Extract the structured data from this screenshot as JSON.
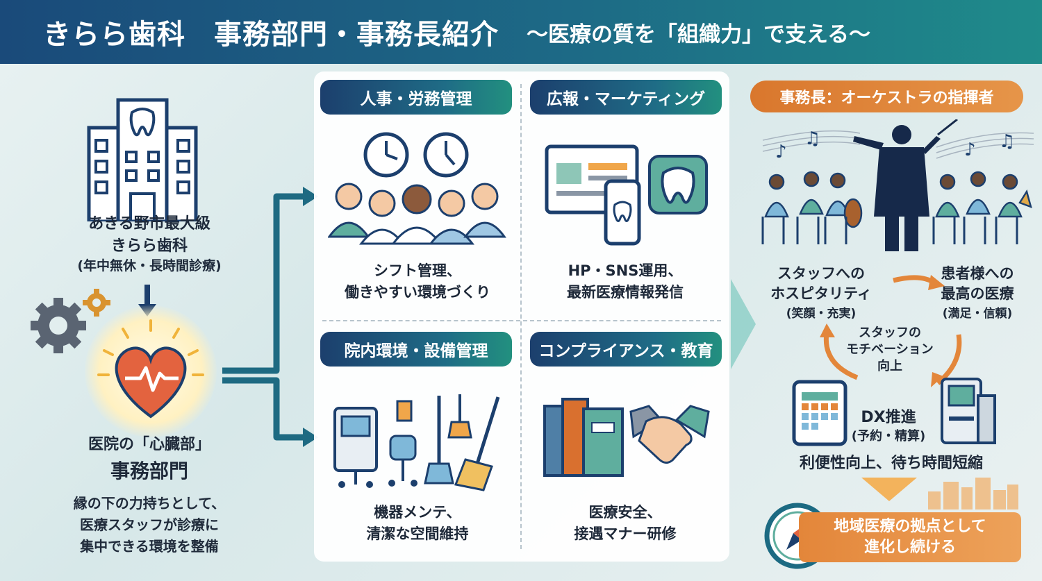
{
  "header": {
    "title": "きらら歯科　事務部門・事務長紹介",
    "subtitle": "〜医療の質を「組織力」で支える〜"
  },
  "left": {
    "clinic_line1": "あきる野市最大級",
    "clinic_line2": "きらら歯科",
    "clinic_note": "(年中無休・長時間診療)",
    "heart_label": "医院の「心臓部」",
    "dept_name": "事務部門",
    "desc_line1": "縁の下の力持ちとして、",
    "desc_line2": "医療スタッフが診療に",
    "desc_line3": "集中できる環境を整備"
  },
  "center": {
    "hr": {
      "title": "人事・労務管理",
      "cap1": "シフト管理、",
      "cap2": "働きやすい環境づくり"
    },
    "pr": {
      "title": "広報・マーケティング",
      "cap1": "HP・SNS運用、",
      "cap2": "最新医療情報発信"
    },
    "facility": {
      "title": "院内環境・設備管理",
      "cap1": "機器メンテ、",
      "cap2": "清潔な空間維持"
    },
    "compliance": {
      "title": "コンプライアンス・教育",
      "cap1": "医療安全、",
      "cap2": "接遇マナー研修"
    }
  },
  "right": {
    "header": "事務長：オーケストラの指揮者",
    "hospitality1": "スタッフへの",
    "hospitality2": "ホスピタリティ",
    "hospitality_note": "(笑顔・充実)",
    "patient1": "患者様への",
    "patient2": "最高の医療",
    "patient_note": "(満足・信頼)",
    "motivation1": "スタッフの",
    "motivation2": "モチベーション",
    "motivation3": "向上",
    "dx_title": "DX推進",
    "dx_note": "(予約・精算)",
    "dx_effect": "利便性向上、待ち時間短縮",
    "goal1": "地域医療の拠点として",
    "goal2": "進化し続ける"
  },
  "colors": {
    "navy": "#1c3f6d",
    "teal": "#22907f",
    "orange": "#e3863a",
    "heart": "#e3633f"
  }
}
